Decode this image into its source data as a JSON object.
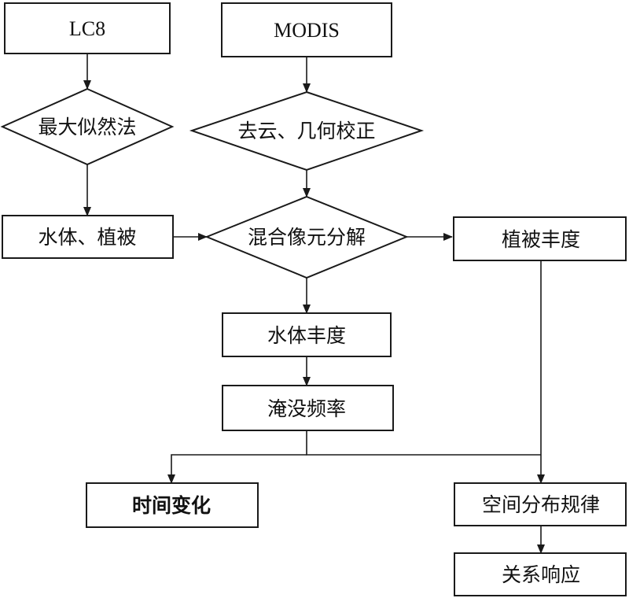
{
  "nodes": {
    "lc8": "LC8",
    "modis": "MODIS",
    "max_likelihood": "最大似然法",
    "cloud_geometric": "去云、几何校正",
    "water_vegetation": "水体、植被",
    "mixed_pixel": "混合像元分解",
    "vegetation_abundance": "植被丰度",
    "water_abundance": "水体丰度",
    "inundation_frequency": "淹没频率",
    "temporal_change": "时间变化",
    "spatial_pattern": "空间分布规律",
    "response": "关系响应"
  }
}
